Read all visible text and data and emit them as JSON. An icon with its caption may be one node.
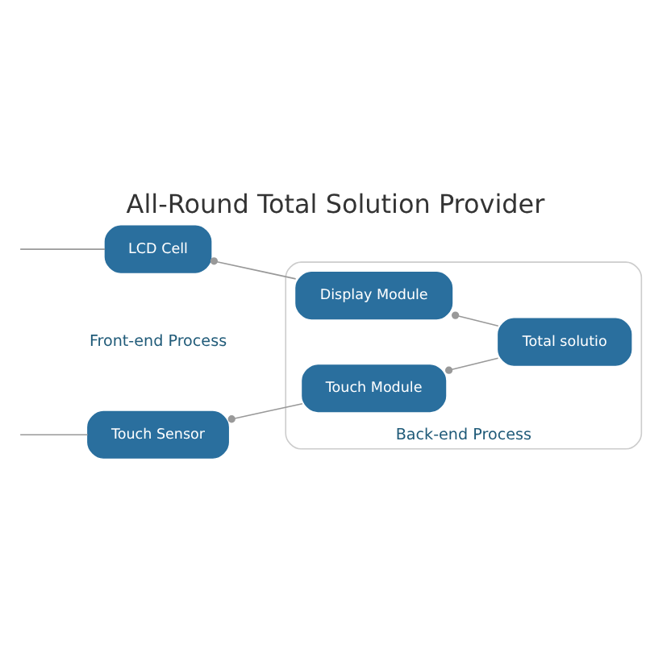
{
  "diagram": {
    "title": "All-Round Total Solution Provider",
    "nodes": [
      {
        "text": [
          "Touch Sensor"
        ]
      },
      {
        "text": [
          "LCD Cell"
        ]
      },
      {
        "text": [
          "Back-end Process"
        ]
      },
      {
        "text": [
          "Touch Module"
        ],
        "in": 2
      },
      {
        "text": [
          "Display Module"
        ],
        "in": 2
      },
      {
        "text": [
          "Total solutio"
        ],
        "in": 2
      }
    ],
    "edges": [
      {
        "from": null,
        "to": 0,
        "arrow": "none"
      },
      {
        "from": null,
        "to": 1,
        "arrow": "none"
      },
      {
        "from": 0,
        "to": 3,
        "arrow": "other"
      },
      {
        "from": 1,
        "to": 4,
        "arrow": "other"
      },
      {
        "from": 3,
        "to": 5,
        "arrow": "other"
      },
      {
        "from": 4,
        "to": 5,
        "arrow": "other"
      }
    ],
    "labels": [
      "Front-end Process"
    ]
  }
}
